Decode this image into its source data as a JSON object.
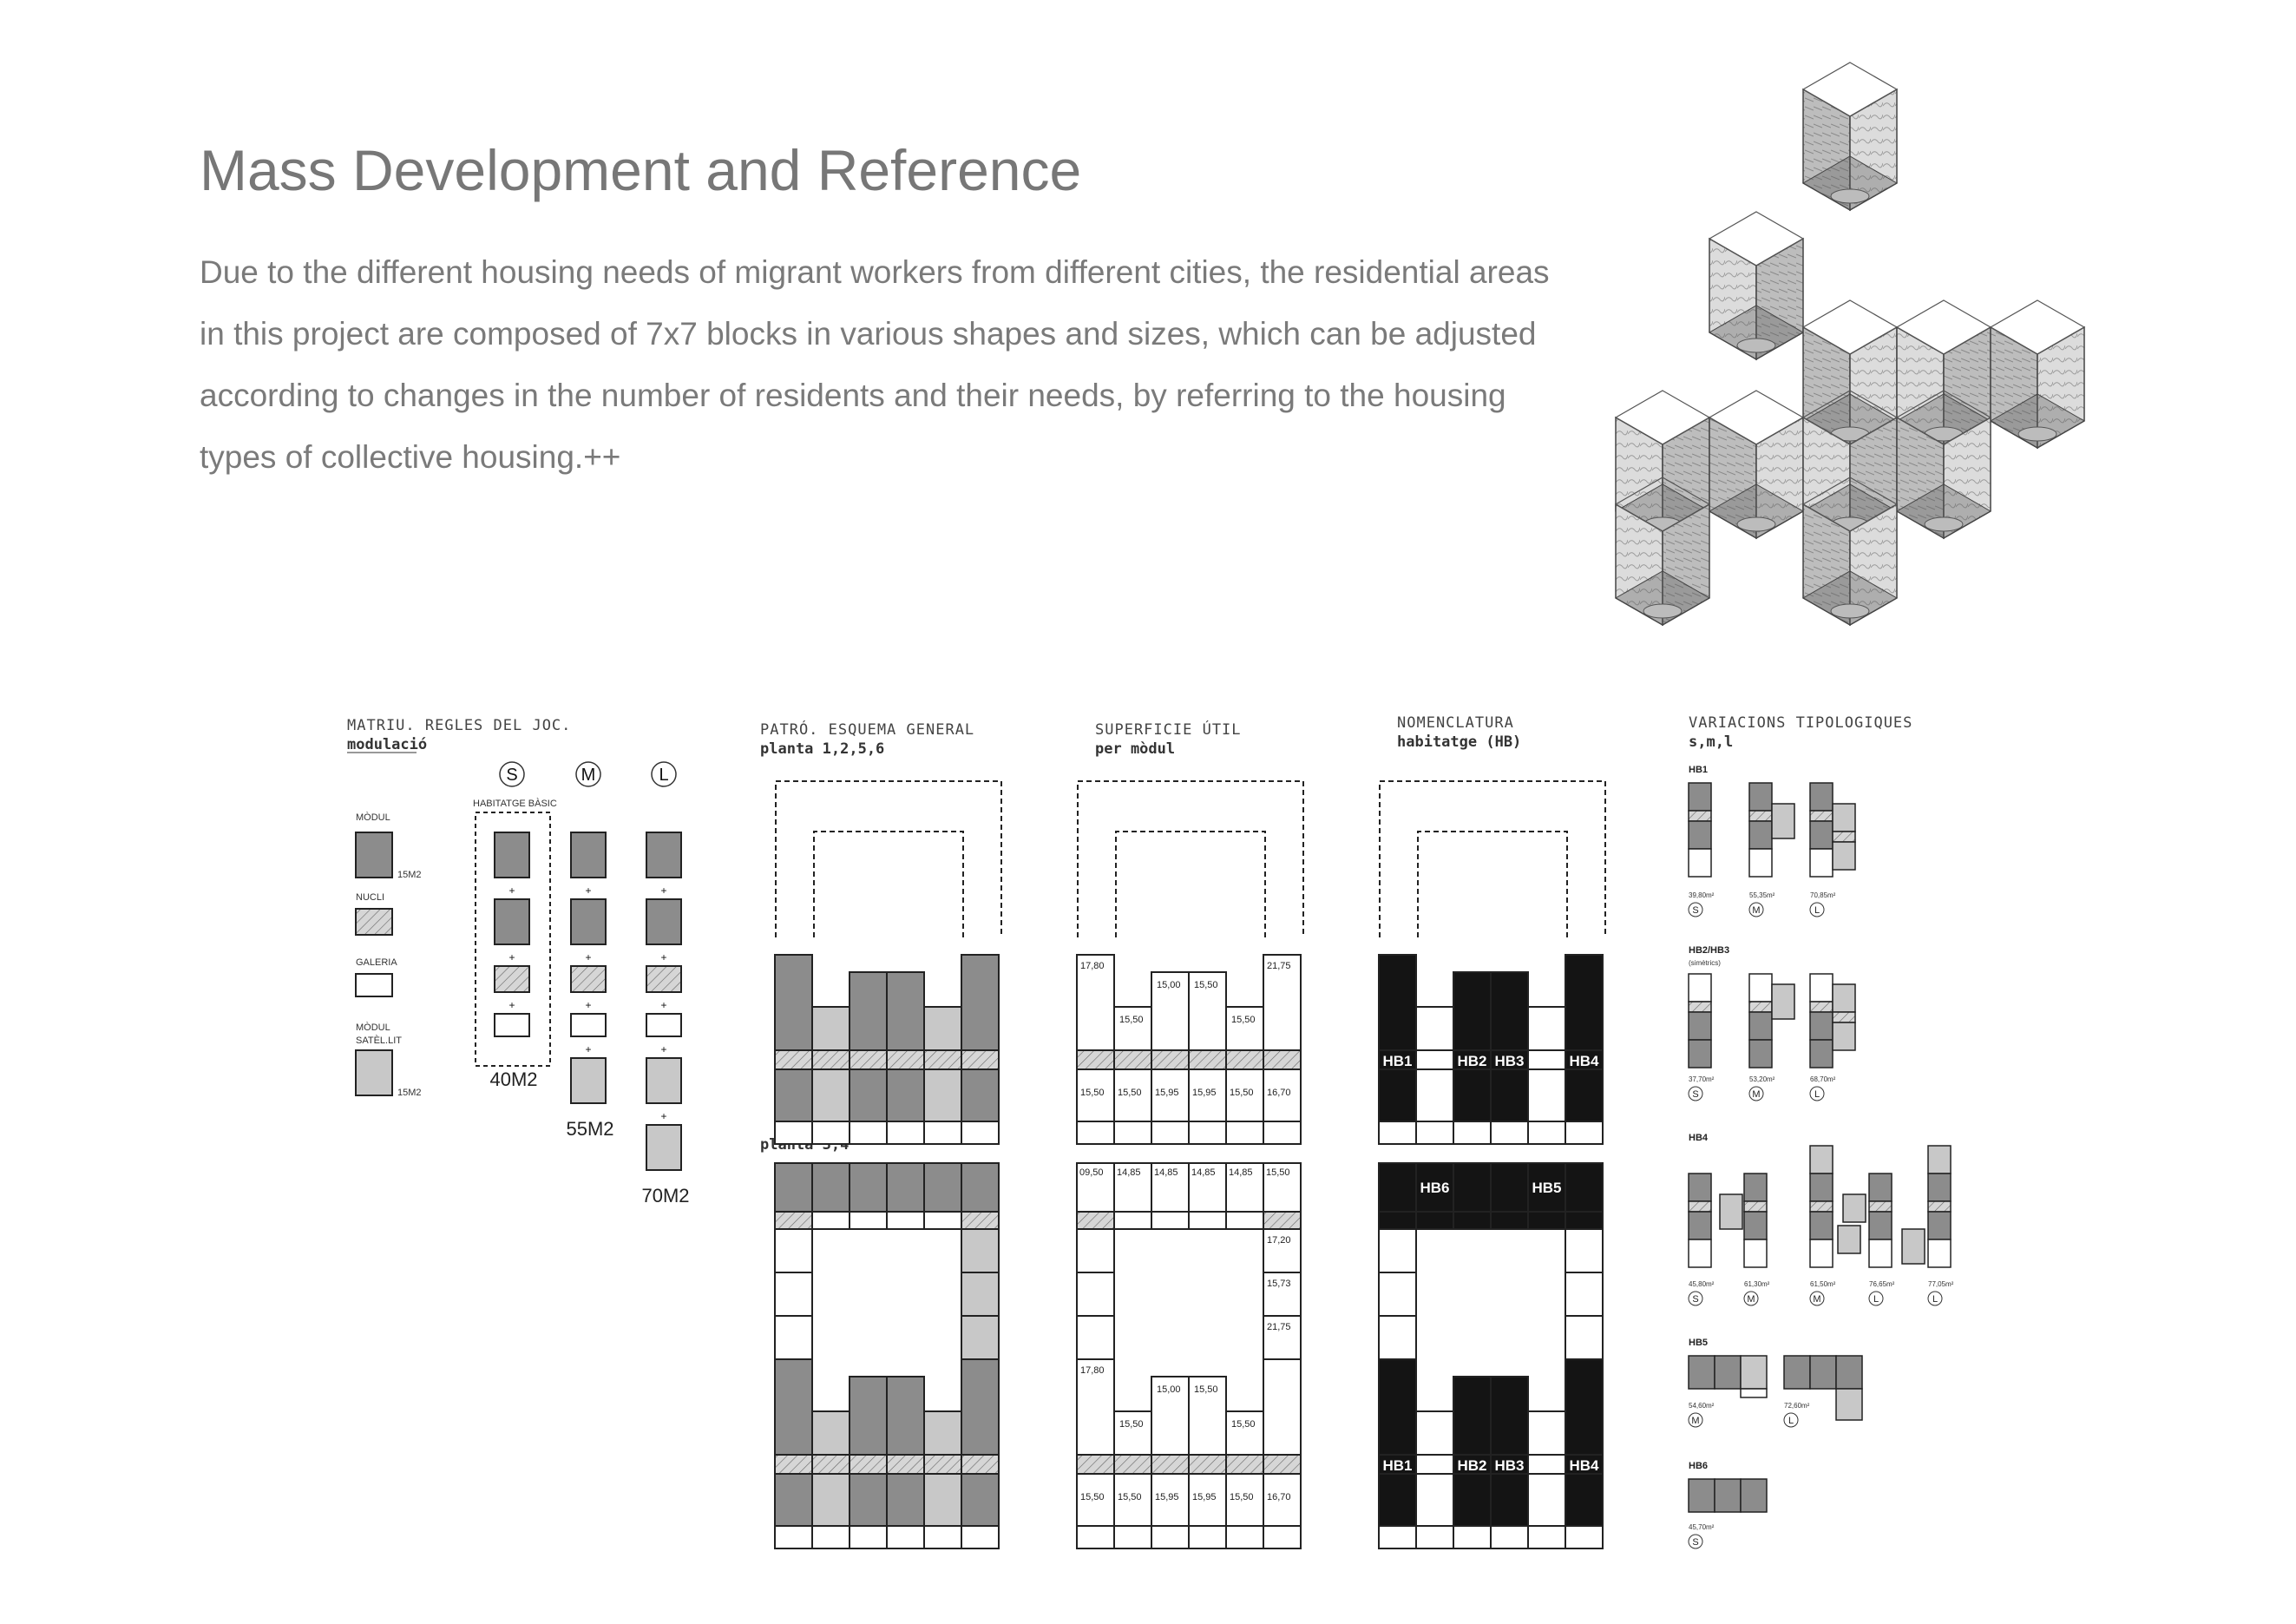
{
  "title": "Mass Development and Reference",
  "description": "Due to the different housing needs of migrant workers from different cities, the residential areas in this project are composed of 7x7 blocks in various shapes and sizes, which can be adjusted according to changes in the number of residents and their needs, by referring to the housing types of collective housing.++",
  "colors": {
    "module": "#8c8c8c",
    "light": "#c8c8c8",
    "dark": "#141414",
    "line": "#222222",
    "text": "#777777"
  },
  "sections": {
    "matrix": {
      "line1": "MATRIU. REGLES DEL JOC.",
      "line2": "modulació"
    },
    "pattern": {
      "line1": "PATRÓ. ESQUEMA GENERAL",
      "line2": "planta 1,2,5,6",
      "lower": "planta 3,4"
    },
    "area": {
      "line1": "SUPERFICIE ÚTIL",
      "line2": "per mòdul"
    },
    "names": {
      "line1": "NOMENCLATURA",
      "line2": "habitatge (HB)"
    },
    "variations": {
      "line1": "VARIACIONS TIPOLOGIQUES",
      "line2": "s,m,l"
    }
  },
  "legend": {
    "modul": "MÒDUL",
    "modul_area": "15M2",
    "nucli": "NUCLI",
    "galeria": "GALERIA",
    "satellit1": "MÒDUL",
    "satellit2": "SATÈL.LIT",
    "satellit_area": "15M2"
  },
  "sizes": {
    "s": "S",
    "m": "M",
    "l": "L",
    "basic": "HABITATGE BÀSIC",
    "plus": "+",
    "area_s": "40M2",
    "area_m": "55M2",
    "area_l": "70M2"
  },
  "areas_upper": {
    "left_side": "17,80",
    "right_side": "21,75",
    "mid": [
      "15,50",
      "15,00",
      "15,50",
      "15,50"
    ],
    "bottom": [
      "15,50",
      "15,50",
      "15,95",
      "15,95",
      "15,50",
      "16,70"
    ]
  },
  "areas_lower": {
    "top": [
      "09,50",
      "14,85",
      "14,85",
      "14,85",
      "14,85",
      "15,50"
    ],
    "right": [
      "17,20",
      "15,73",
      "21,75"
    ],
    "left_side": "17,80",
    "mid": [
      "15,50",
      "15,00",
      "15,50",
      "15,50"
    ],
    "bottom": [
      "15,50",
      "15,50",
      "15,95",
      "15,95",
      "15,50",
      "16,70"
    ]
  },
  "hb_labels": {
    "hb1": "HB1",
    "hb2": "HB2",
    "hb3": "HB3",
    "hb4": "HB4",
    "hb5": "HB5",
    "hb6": "HB6"
  },
  "variations": {
    "hb1": {
      "title": "HB1",
      "areas": [
        "39,80m²",
        "55,35m²",
        "70,85m²"
      ],
      "sizes": [
        "S",
        "M",
        "L"
      ]
    },
    "hb23": {
      "title": "HB2/HB3",
      "sub": "(simètrics)",
      "areas": [
        "37,70m²",
        "53,20m²",
        "68,70m²"
      ],
      "sizes": [
        "S",
        "M",
        "L"
      ]
    },
    "hb4": {
      "title": "HB4",
      "areas": [
        "45,80m²",
        "61,30m²",
        "61,50m²",
        "76,65m²",
        "77,05m²"
      ],
      "sizes": [
        "S",
        "M",
        "M",
        "L",
        "L"
      ]
    },
    "hb5": {
      "title": "HB5",
      "areas": [
        "54,60m²",
        "72,60m²"
      ],
      "sizes": [
        "M",
        "L"
      ]
    },
    "hb6": {
      "title": "HB6",
      "areas": [
        "45,70m²"
      ],
      "sizes": [
        "S"
      ]
    }
  },
  "axonometric": {
    "cubes": 11
  }
}
